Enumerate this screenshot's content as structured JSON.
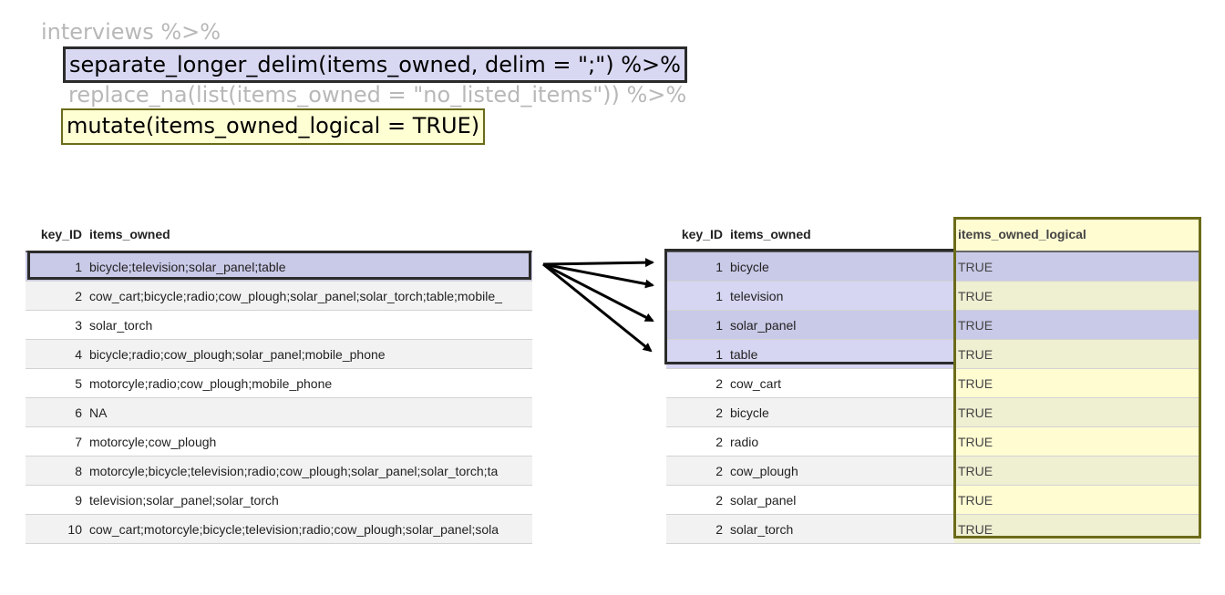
{
  "code": {
    "line1": "interviews %>%",
    "line2": "separate_longer_delim(items_owned, delim = \";\") %>%",
    "line3": "replace_na(list(items_owned = \"no_listed_items\")) %>%",
    "line4": "mutate(items_owned_logical = TRUE)"
  },
  "left_table": {
    "headers": [
      "key_ID",
      "items_owned"
    ],
    "rows": [
      [
        "1",
        "bicycle;television;solar_panel;table"
      ],
      [
        "2",
        "cow_cart;bicycle;radio;cow_plough;solar_panel;solar_torch;table;mobile_"
      ],
      [
        "3",
        "solar_torch"
      ],
      [
        "4",
        "bicycle;radio;cow_plough;solar_panel;mobile_phone"
      ],
      [
        "5",
        "motorcyle;radio;cow_plough;mobile_phone"
      ],
      [
        "6",
        "NA"
      ],
      [
        "7",
        "motorcyle;cow_plough"
      ],
      [
        "8",
        "motorcyle;bicycle;television;radio;cow_plough;solar_panel;solar_torch;ta"
      ],
      [
        "9",
        "television;solar_panel;solar_torch"
      ],
      [
        "10",
        "cow_cart;motorcyle;bicycle;television;radio;cow_plough;solar_panel;sola"
      ]
    ]
  },
  "right_table": {
    "headers": [
      "key_ID",
      "items_owned",
      "items_owned_logical"
    ],
    "rows": [
      [
        "1",
        "bicycle",
        "TRUE"
      ],
      [
        "1",
        "television",
        "TRUE"
      ],
      [
        "1",
        "solar_panel",
        "TRUE"
      ],
      [
        "1",
        "table",
        "TRUE"
      ],
      [
        "2",
        "cow_cart",
        "TRUE"
      ],
      [
        "2",
        "bicycle",
        "TRUE"
      ],
      [
        "2",
        "radio",
        "TRUE"
      ],
      [
        "2",
        "cow_plough",
        "TRUE"
      ],
      [
        "2",
        "solar_panel",
        "TRUE"
      ],
      [
        "2",
        "solar_torch",
        "TRUE"
      ]
    ]
  },
  "colors": {
    "highlight_purple": "#d8d8f2",
    "highlight_yellow": "#ffffd4",
    "box_purple_border": "#2b2b2b",
    "box_yellow_border": "#6b6b1a"
  }
}
